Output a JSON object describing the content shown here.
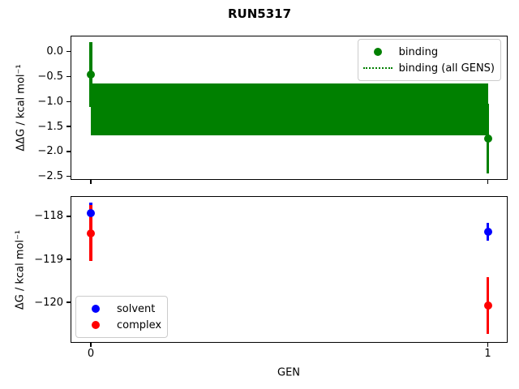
{
  "figure": {
    "title": "RUN5317"
  },
  "colors": {
    "binding": "#008000",
    "solvent": "#0000ff",
    "complex": "#ff0000",
    "axes": "#000000",
    "background": "#ffffff"
  },
  "chart_data": [
    {
      "type": "scatter",
      "title": "",
      "xlabel": "",
      "ylabel": "ΔΔG / kcal mol⁻¹",
      "xlim": [
        -0.051,
        1.05
      ],
      "ylim": [
        -2.57,
        0.32
      ],
      "grid": false,
      "yticks": {
        "values": [
          0.0,
          -0.5,
          -1.0,
          -1.5,
          -2.0,
          -2.5
        ],
        "labels": [
          "0.0",
          "−0.5",
          "−1.0",
          "−1.5",
          "−2.0",
          "−2.5"
        ]
      },
      "xticks": {
        "values": [
          0,
          1
        ],
        "labels": [
          "",
          ""
        ]
      },
      "series": [
        {
          "name": "binding",
          "marker": "circle",
          "color": "#008000",
          "x": [
            0,
            1
          ],
          "y": [
            -0.46,
            -1.74
          ],
          "yerr": [
            0.65,
            0.7
          ]
        }
      ],
      "band": {
        "name": "binding (all GENS)",
        "color": "#008000",
        "line_style": "dotted",
        "x": [
          0,
          1
        ],
        "center": -1.15,
        "y_top": -0.63,
        "y_bottom": -1.68
      },
      "legend": {
        "position": "upper-right",
        "entries": [
          {
            "label": "binding",
            "marker": "dot",
            "color": "#008000"
          },
          {
            "label": "binding (all GENS)",
            "marker": "dotted-line",
            "color": "#008000"
          }
        ]
      }
    },
    {
      "type": "scatter",
      "title": "",
      "xlabel": "GEN",
      "ylabel": "ΔG / kcal mol⁻¹",
      "xlim": [
        -0.051,
        1.05
      ],
      "ylim": [
        -120.94,
        -117.53
      ],
      "grid": false,
      "yticks": {
        "values": [
          -118,
          -119,
          -120
        ],
        "labels": [
          "−118",
          "−119",
          "−120"
        ]
      },
      "xticks": {
        "values": [
          0,
          1
        ],
        "labels": [
          "0",
          "1"
        ]
      },
      "series": [
        {
          "name": "solvent",
          "marker": "circle",
          "color": "#0000ff",
          "x": [
            0,
            1
          ],
          "y": [
            -117.92,
            -118.36
          ],
          "yerr": [
            0.23,
            0.2
          ]
        },
        {
          "name": "complex",
          "marker": "circle",
          "color": "#ff0000",
          "x": [
            0,
            1
          ],
          "y": [
            -118.39,
            -120.08
          ],
          "yerr": [
            0.65,
            0.66
          ]
        }
      ],
      "legend": {
        "position": "lower-left",
        "entries": [
          {
            "label": "solvent",
            "marker": "dot",
            "color": "#0000ff"
          },
          {
            "label": "complex",
            "marker": "dot",
            "color": "#ff0000"
          }
        ]
      }
    }
  ]
}
